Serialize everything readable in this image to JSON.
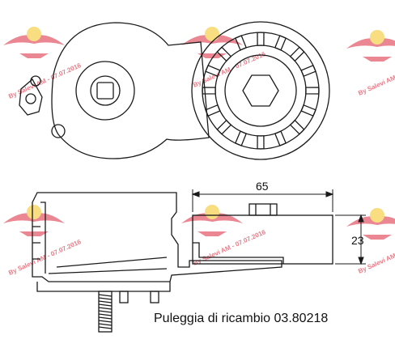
{
  "caption": "Puleggia di ricambio 03.80218",
  "dimensions": {
    "width_label": "65",
    "height_label": "23"
  },
  "watermark": {
    "text": "By Salevi AM - 07.07.2016",
    "logo_color": "#d9263a",
    "logo_yellow": "#f2c21b"
  },
  "line_color": "#1a1a1a"
}
